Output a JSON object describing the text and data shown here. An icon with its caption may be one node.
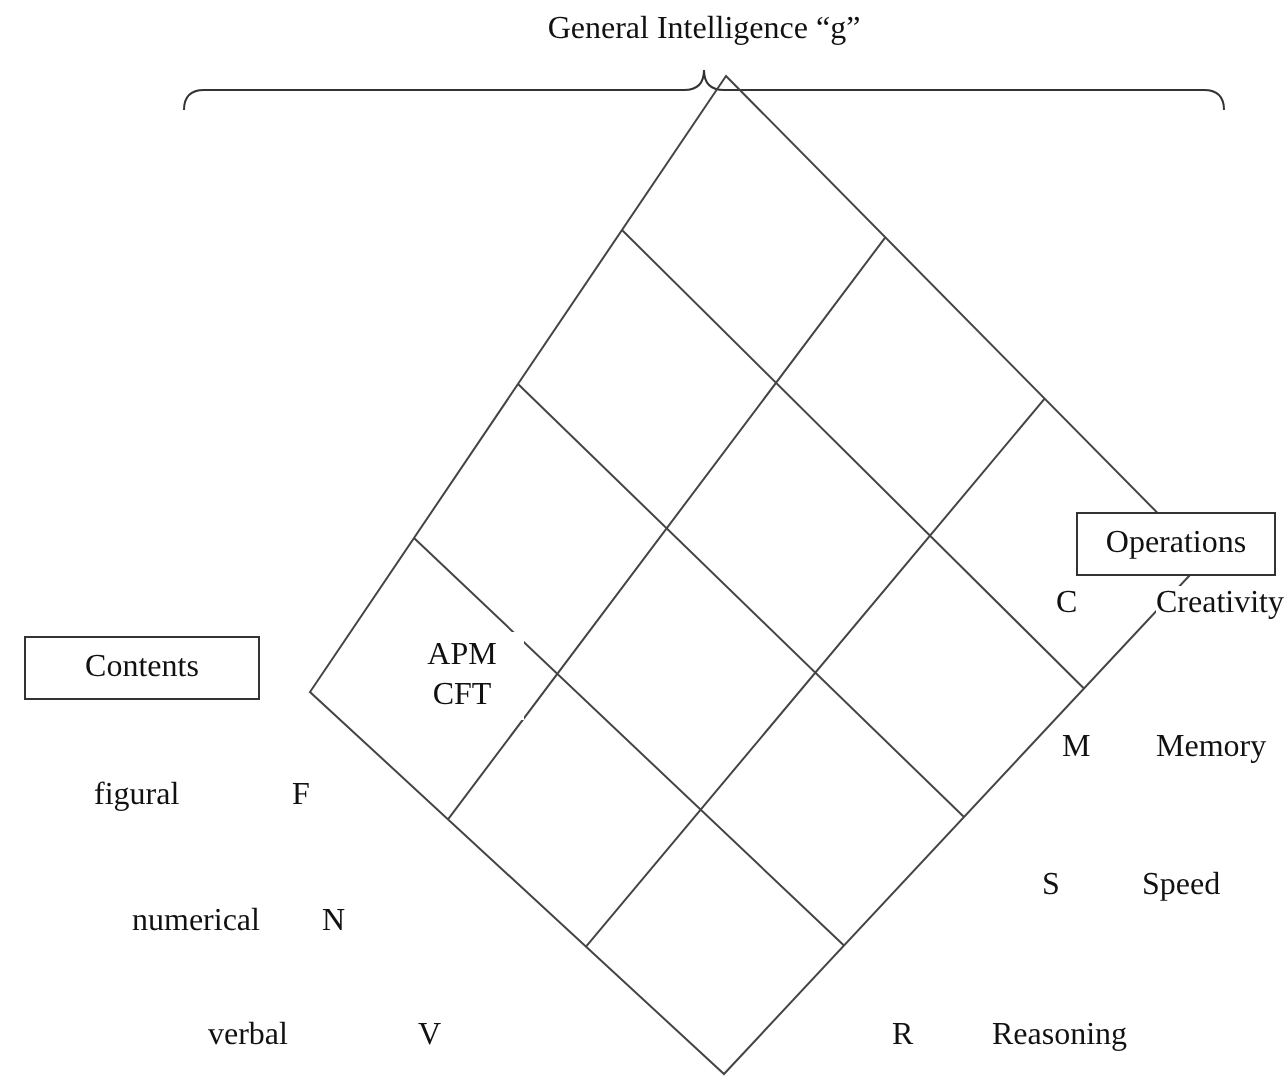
{
  "diagram": {
    "title": "General Intelligence “g”",
    "nodes": [
      {
        "text": [
          "Operations"
        ]
      },
      {
        "text": [
          "Contents"
        ]
      },
      {
        "text": [
          "APM CFT"
        ]
      }
    ],
    "labels": [
      "C",
      "Creativity",
      "M",
      "Memory",
      "figural",
      "F",
      "S",
      "Speed",
      "numerical",
      "N",
      "verbal",
      "V",
      "R",
      "Reasoning"
    ]
  }
}
